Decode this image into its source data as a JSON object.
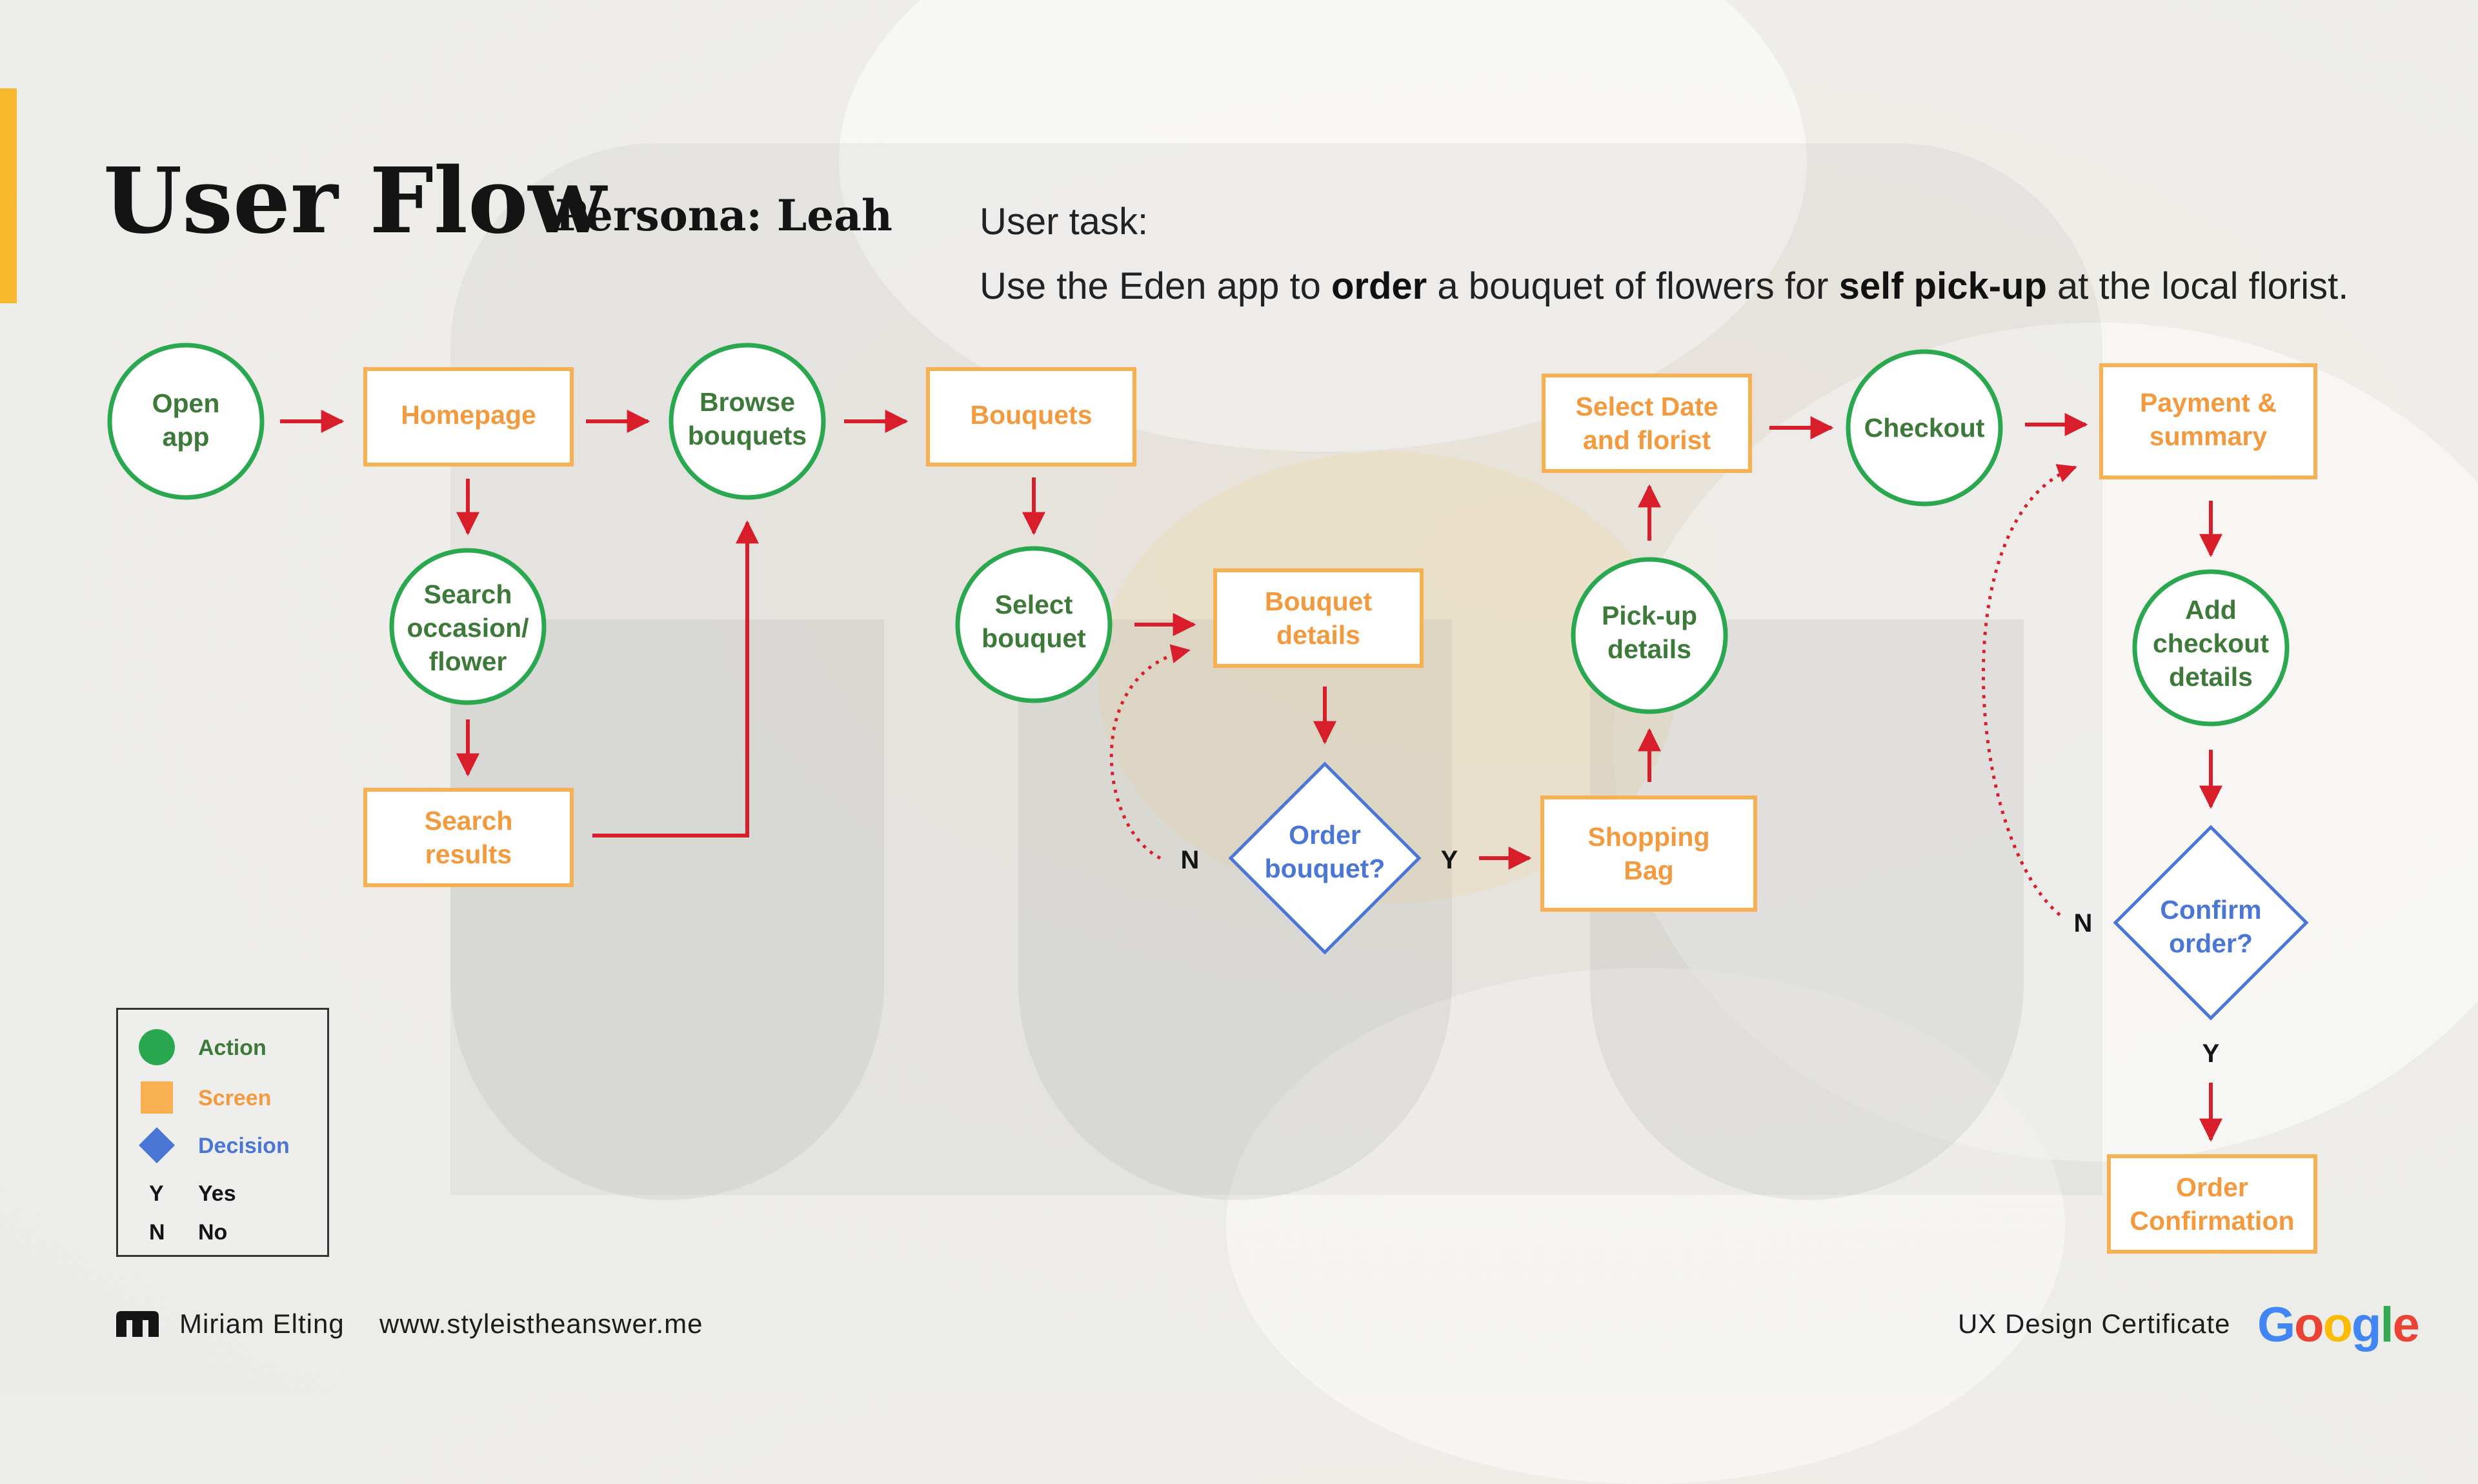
{
  "header": {
    "title": "User Flow",
    "persona": "Persona: Leah",
    "task_label": "User task:",
    "task_parts": [
      "Use the Eden app to ",
      "order",
      " a bouquet of flowers for ",
      "self pick-up",
      " at the local florist."
    ]
  },
  "nodes": {
    "open_app": [
      "Open",
      "app"
    ],
    "homepage": [
      "Homepage"
    ],
    "search_occasion": [
      "Search",
      "occasion/",
      "flower"
    ],
    "search_results": [
      "Search",
      "results"
    ],
    "browse_bouquets": [
      "Browse",
      "bouquets"
    ],
    "bouquets": [
      "Bouquets"
    ],
    "select_bouquet": [
      "Select",
      "bouquet"
    ],
    "bouquet_details": [
      "Bouquet",
      "details"
    ],
    "order_bouquet": [
      "Order",
      "bouquet?"
    ],
    "shopping_bag": [
      "Shopping",
      "Bag"
    ],
    "pickup_details": [
      "Pick-up",
      "details"
    ],
    "select_date": [
      "Select Date",
      "and florist"
    ],
    "checkout": [
      "Checkout"
    ],
    "payment_summary": [
      "Payment &",
      "summary"
    ],
    "add_checkout": [
      "Add",
      "checkout",
      "details"
    ],
    "confirm_order": [
      "Confirm",
      "order?"
    ],
    "order_confirmation": [
      "Order",
      "Confirmation"
    ]
  },
  "labels": {
    "yes": "Y",
    "no": "N"
  },
  "legend": {
    "action": "Action",
    "screen": "Screen",
    "decision": "Decision",
    "yes_key": "Y",
    "yes": "Yes",
    "no_key": "N",
    "no": "No"
  },
  "footer": {
    "name": "Miriam Elting",
    "website": "www.styleistheanswer.me",
    "certificate": "UX Design Certificate",
    "google": "Google"
  },
  "colors": {
    "action": "#2aa84f",
    "screen": "#f8b050",
    "decision": "#4a76d6",
    "arrow": "#d81e2a",
    "accent": "#f8b82e"
  }
}
